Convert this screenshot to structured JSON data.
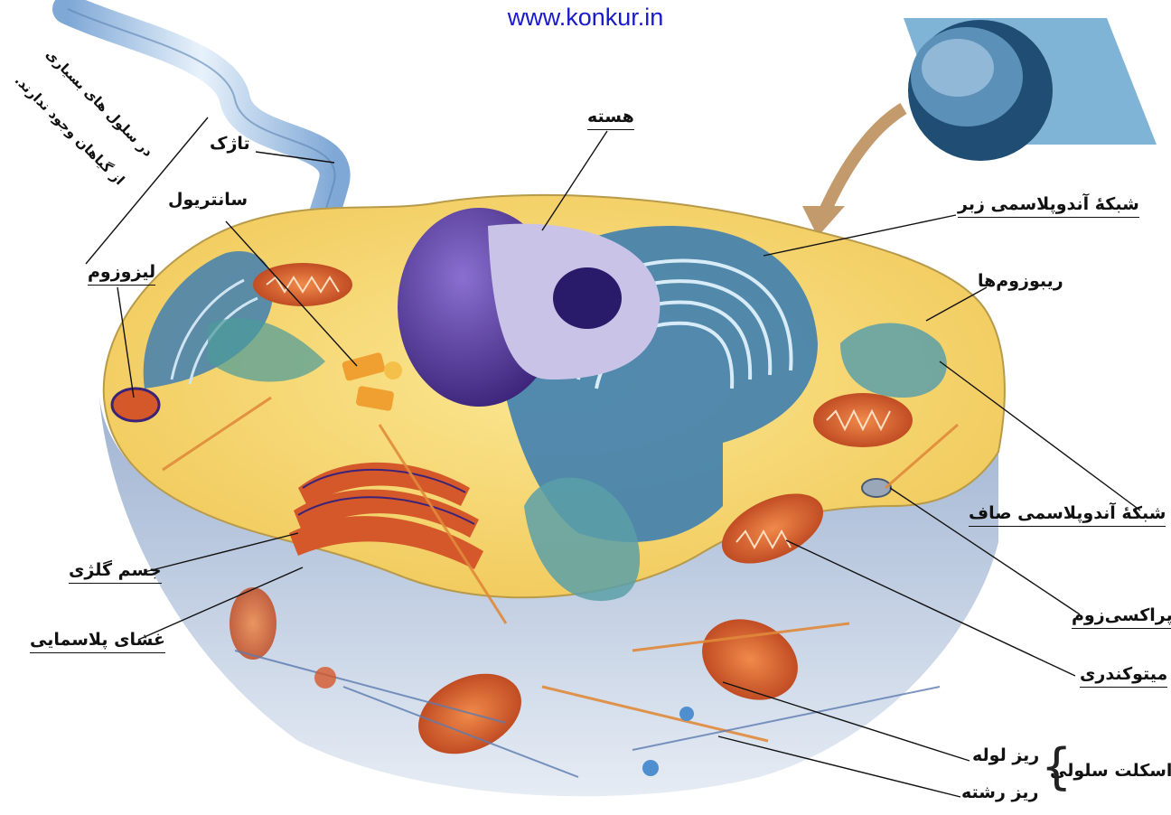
{
  "watermark": "www.konkur.in",
  "note": {
    "line1": "در سلول های بسیاری",
    "line2": "از گیاهان وجود ندارند."
  },
  "labels": {
    "flagellum": "تاژک",
    "centriole": "سانتریول",
    "lysosome": "لیزوزوم",
    "nucleus": "هسته",
    "rough_er": "شبکهٔ آندوپلاسمی زبر",
    "ribosomes": "ریبوزوم‌ها",
    "smooth_er": "شبکهٔ آندوپلاسمی صاف",
    "peroxisome": "پراکسی‌زوم",
    "mitochondria": "میتوکندری",
    "golgi": "جسم گلژی",
    "plasma_membrane": "غشای پلاسمایی",
    "cytoskeleton": "اسکلت سلولی",
    "microtubule": "ریز لوله",
    "microfilament": "ریز رشته"
  },
  "colors": {
    "cytoplasm": "#f5d66a",
    "cell_wall_side": "#b8c9e0",
    "nucleus": "#5b3fa0",
    "er": "#3f7fb0",
    "golgi": "#d4582a",
    "mitochondria": "#d4582a",
    "watermark": "#1a1acc"
  }
}
